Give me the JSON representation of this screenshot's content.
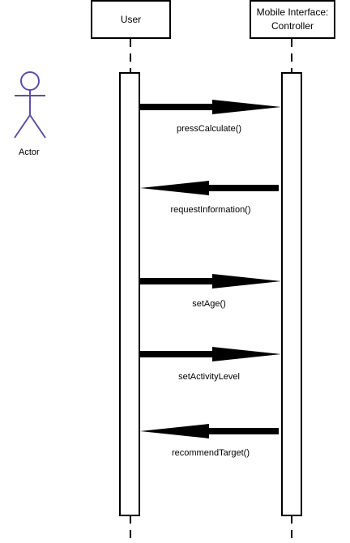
{
  "actor": {
    "label": "Actor",
    "color": "#5b4fa6"
  },
  "lifelines": [
    {
      "id": "user",
      "label_line1": "User",
      "label_line2": ""
    },
    {
      "id": "controller",
      "label_line1": "Mobile Interface:",
      "label_line2": "Controller"
    }
  ],
  "messages": [
    {
      "label": "pressCalculate()",
      "from": "user",
      "to": "controller"
    },
    {
      "label": "requestInformation()",
      "from": "controller",
      "to": "user"
    },
    {
      "label": "setAge()",
      "from": "user",
      "to": "controller"
    },
    {
      "label": "setActivityLevel",
      "from": "user",
      "to": "controller"
    },
    {
      "label": "recommendTarget()",
      "from": "controller",
      "to": "user"
    }
  ]
}
